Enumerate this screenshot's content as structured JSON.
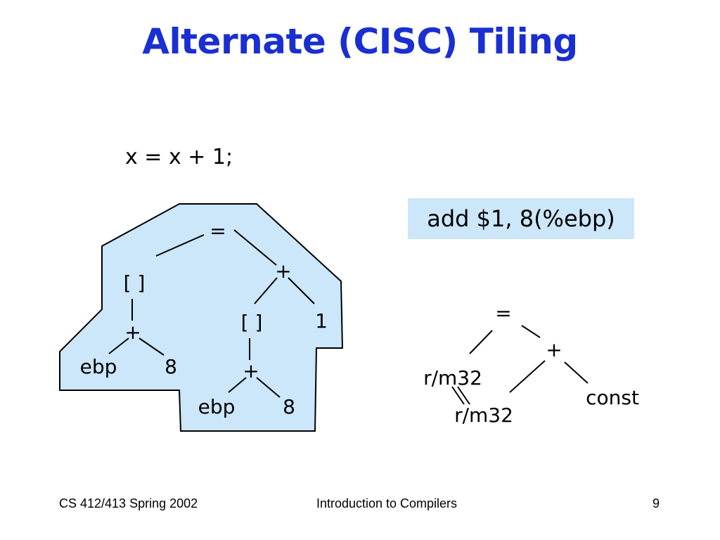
{
  "slide": {
    "title": "Alternate (CISC) Tiling",
    "code": "x = x + 1;",
    "assembly": "add $1, 8(%ebp)"
  },
  "tree": {
    "root": "=",
    "store": "[ ]",
    "plus_left": "+",
    "ebp_left": "ebp",
    "eight_left": "8",
    "plus_right": "+",
    "load": "[ ]",
    "one": "1",
    "plus_inner": "+",
    "ebp_inner": "ebp",
    "eight_inner": "8"
  },
  "pattern": {
    "root": "=",
    "dst": "r/m32",
    "plus": "+",
    "src": "r/m32",
    "const": "const"
  },
  "footer": {
    "course": "CS 412/413   Spring 2002",
    "center": "Introduction to Compilers",
    "page": "9"
  },
  "colors": {
    "title": "#1a2fd1",
    "tile_fill": "#cce6fa"
  }
}
